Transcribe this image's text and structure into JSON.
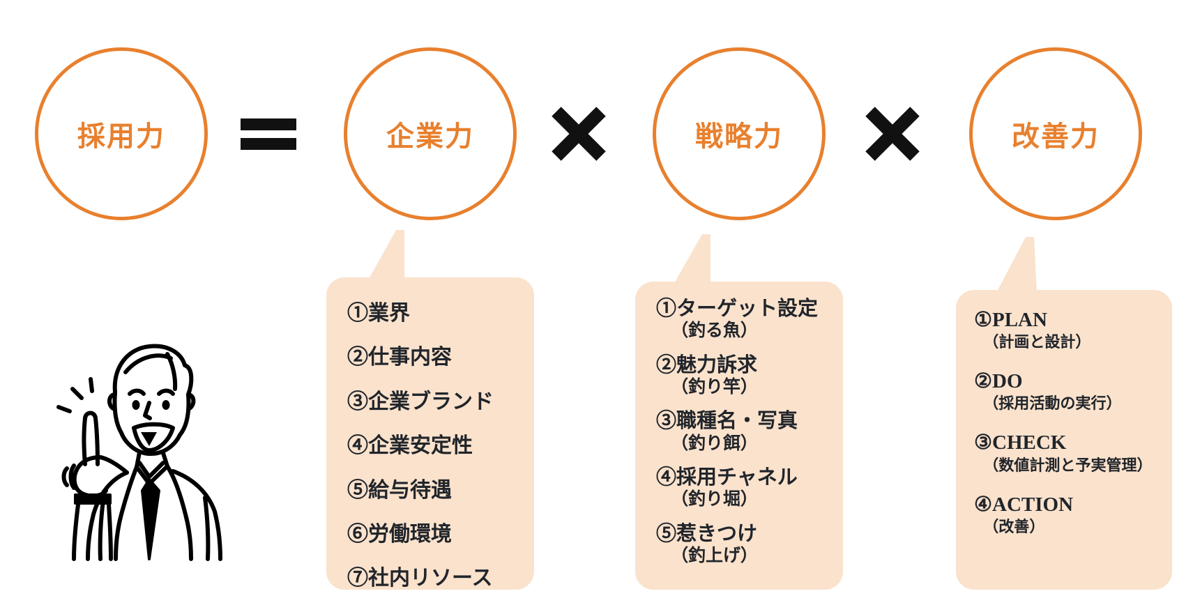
{
  "formula": {
    "circles": [
      {
        "id": "saiyou",
        "label": "採用力"
      },
      {
        "id": "kigyou",
        "label": "企業力"
      },
      {
        "id": "senryaku",
        "label": "戦略力"
      },
      {
        "id": "kaizen",
        "label": "改善力"
      }
    ],
    "operators": [
      {
        "id": "equals",
        "symbol": "=",
        "name": "equals-sign"
      },
      {
        "id": "multiply-1",
        "symbol": "×",
        "name": "multiply-sign"
      },
      {
        "id": "multiply-2",
        "symbol": "×",
        "name": "multiply-sign"
      }
    ]
  },
  "callouts": [
    {
      "id": "kigyou-ryoku",
      "source": "企業力",
      "items": [
        {
          "main": "①業界",
          "sub": ""
        },
        {
          "main": "②仕事内容",
          "sub": ""
        },
        {
          "main": "③企業ブランド",
          "sub": ""
        },
        {
          "main": "④企業安定性",
          "sub": ""
        },
        {
          "main": "⑤給与待遇",
          "sub": ""
        },
        {
          "main": "⑥労働環境",
          "sub": ""
        },
        {
          "main": "⑦社内リソース",
          "sub": ""
        }
      ]
    },
    {
      "id": "senryaku-ryoku",
      "source": "戦略力",
      "items": [
        {
          "main": "①ターゲット設定",
          "sub": "（釣る魚）"
        },
        {
          "main": "②魅力訴求",
          "sub": "（釣り竿）"
        },
        {
          "main": "③職種名・写真",
          "sub": "（釣り餌）"
        },
        {
          "main": "④採用チャネル",
          "sub": "（釣り堀）"
        },
        {
          "main": "⑤惹きつけ",
          "sub": "（釣上げ）"
        }
      ]
    },
    {
      "id": "kaizen-ryoku",
      "source": "改善力",
      "items": [
        {
          "main": "①PLAN",
          "sub": "（計画と設計）"
        },
        {
          "main": "②DO",
          "sub": "（採用活動の実行）"
        },
        {
          "main": "③CHECK",
          "sub": "（数値計測と予実管理）"
        },
        {
          "main": "④ACTION",
          "sub": "（改善）"
        }
      ]
    }
  ],
  "illustration": {
    "name": "businessman-pointing-up-illustration",
    "description": "男性イラスト（人差し指を立てる）"
  },
  "colors": {
    "accent_orange": "#e8802e",
    "callout_bg": "#fae2cc",
    "text_dark": "#21252b",
    "page_bg": "#ffffff"
  }
}
